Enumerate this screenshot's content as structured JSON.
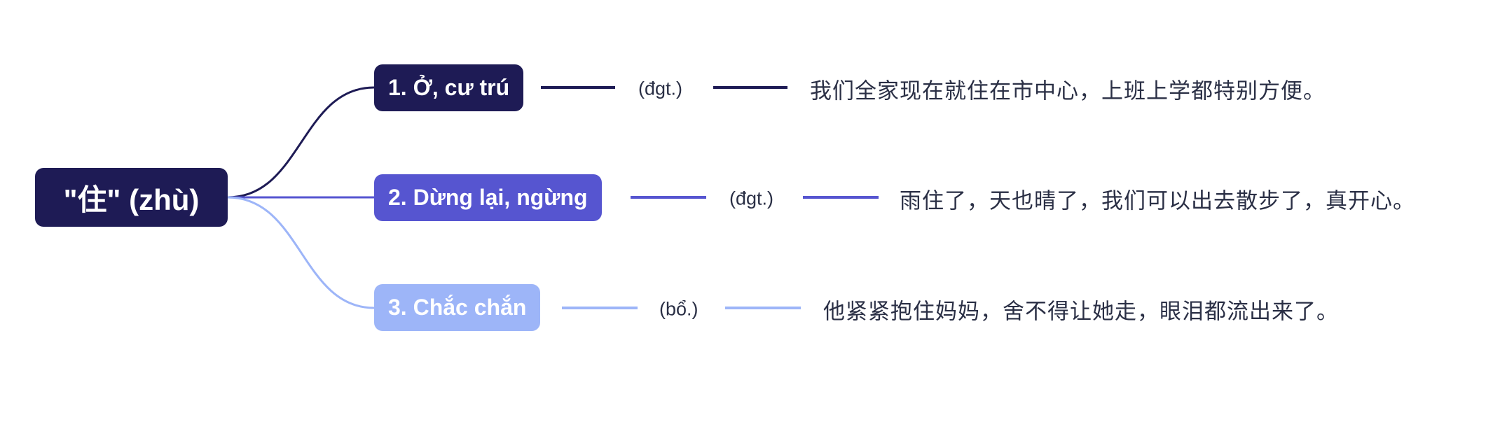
{
  "root": {
    "label": "\"住\" (zhù)",
    "color": "#1e1b55"
  },
  "branches": [
    {
      "label": "1. Ở, cư trú",
      "pos": "(đgt.)",
      "example": "我们全家现在就住在市中心，上班上学都特别方便。",
      "color": "#1e1b55",
      "text_color": "#ffffff"
    },
    {
      "label": "2. Dừng lại, ngừng",
      "pos": "(đgt.)",
      "example": "雨住了，天也晴了，我们可以出去散步了，真开心。",
      "color": "#5655d0",
      "text_color": "#ffffff"
    },
    {
      "label": "3. Chắc chắn",
      "pos": "(bổ.)",
      "example": "他紧紧抱住妈妈，舍不得让她走，眼泪都流出来了。",
      "color": "#9db5f8",
      "text_color": "#ffffff"
    }
  ]
}
